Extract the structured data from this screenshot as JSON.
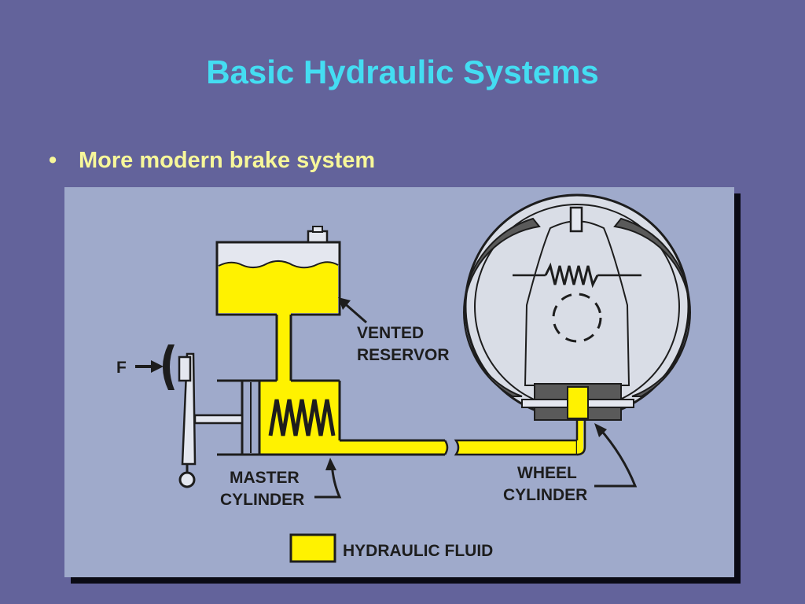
{
  "slide": {
    "title": "Basic Hydraulic Systems",
    "bullet_glyph": "•",
    "bullet_text": "More modern brake system"
  },
  "diagram": {
    "labels": {
      "force": "F",
      "vented_line1": "VENTED",
      "vented_line2": "RESERVOR",
      "master_line1": "MASTER",
      "master_line2": "CYLINDER",
      "wheel_line1": "WHEEL",
      "wheel_line2": "CYLINDER",
      "legend": "HYDRAULIC FLUID"
    },
    "colors": {
      "fluid": "#fff200",
      "background": "#9faacb",
      "outline": "#1d1d1d",
      "drum_fill": "#d9dde6"
    }
  }
}
